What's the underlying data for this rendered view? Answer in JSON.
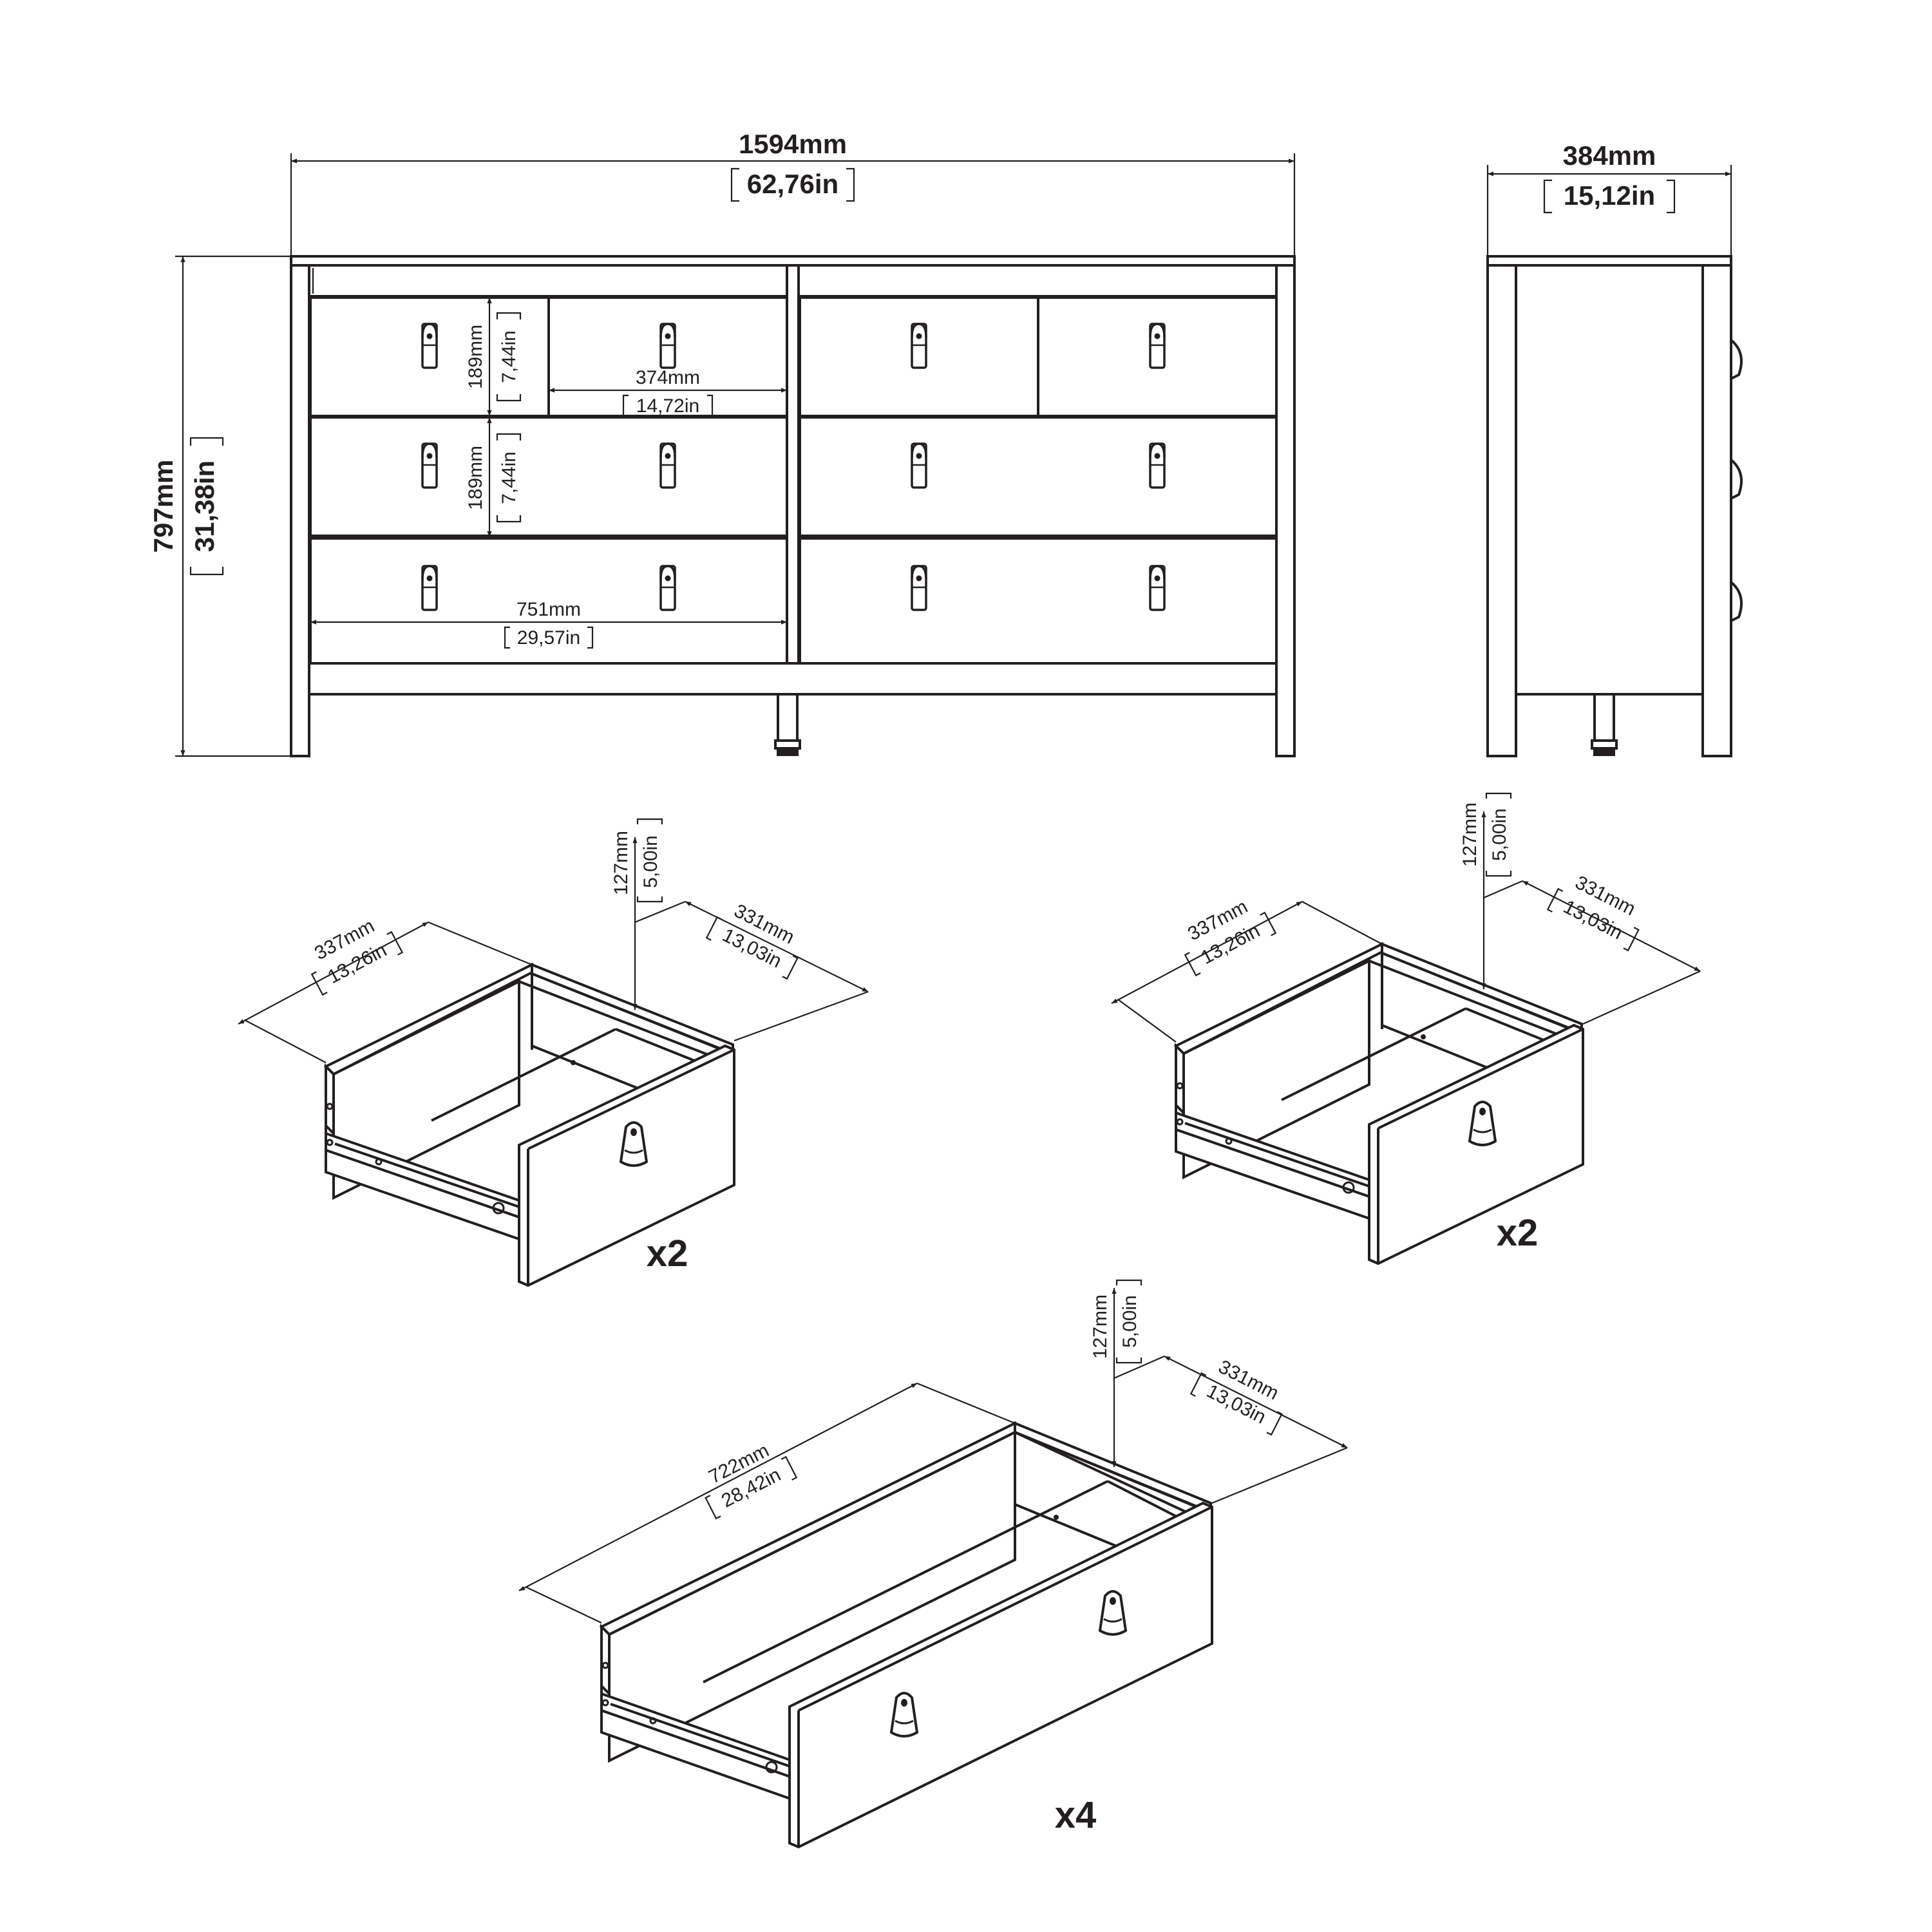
{
  "colors": {
    "line": "#231f20",
    "background": "#ffffff"
  },
  "front_view": {
    "width_mm": "1594mm",
    "width_in": "62,76in",
    "height_mm": "797mm",
    "height_in": "31,38in",
    "small_drawer_height_mm": "189mm",
    "small_drawer_height_in": "7,44in",
    "small_drawer_width_mm": "374mm",
    "small_drawer_width_in": "14,72in",
    "large_drawer_height_mm": "189mm",
    "large_drawer_height_in": "7,44in",
    "large_drawer_width_mm": "751mm",
    "large_drawer_width_in": "29,57in"
  },
  "side_view": {
    "depth_mm": "384mm",
    "depth_in": "15,12in"
  },
  "drawer_left": {
    "height_mm": "127mm",
    "height_in": "5,00in",
    "width_mm": "337mm",
    "width_in": "13,26in",
    "depth_mm": "331mm",
    "depth_in": "13,03in",
    "quantity": "x2"
  },
  "drawer_right": {
    "height_mm": "127mm",
    "height_in": "5,00in",
    "width_mm": "337mm",
    "width_in": "13,26in",
    "depth_mm": "331mm",
    "depth_in": "13,03in",
    "quantity": "x2"
  },
  "drawer_wide": {
    "height_mm": "127mm",
    "height_in": "5,00in",
    "width_mm": "722mm",
    "width_in": "28,42in",
    "depth_mm": "331mm",
    "depth_in": "13,03in",
    "quantity": "x4"
  }
}
